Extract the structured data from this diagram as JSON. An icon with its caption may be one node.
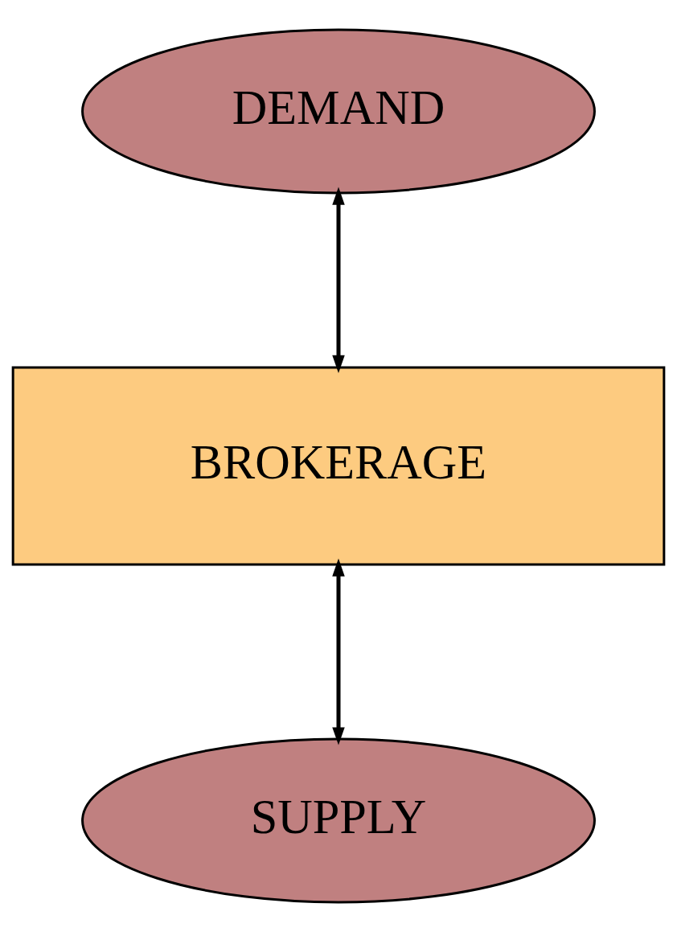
{
  "diagram": {
    "nodes": [
      {
        "text": [
          "DEMAND"
        ]
      },
      {
        "text": [
          "BROKERAGE"
        ]
      },
      {
        "text": [
          "SUPPLY"
        ]
      }
    ],
    "edges": [
      {
        "from": 0,
        "to": 1,
        "arrow": "both"
      },
      {
        "from": 1,
        "to": 2,
        "arrow": "both"
      }
    ]
  }
}
